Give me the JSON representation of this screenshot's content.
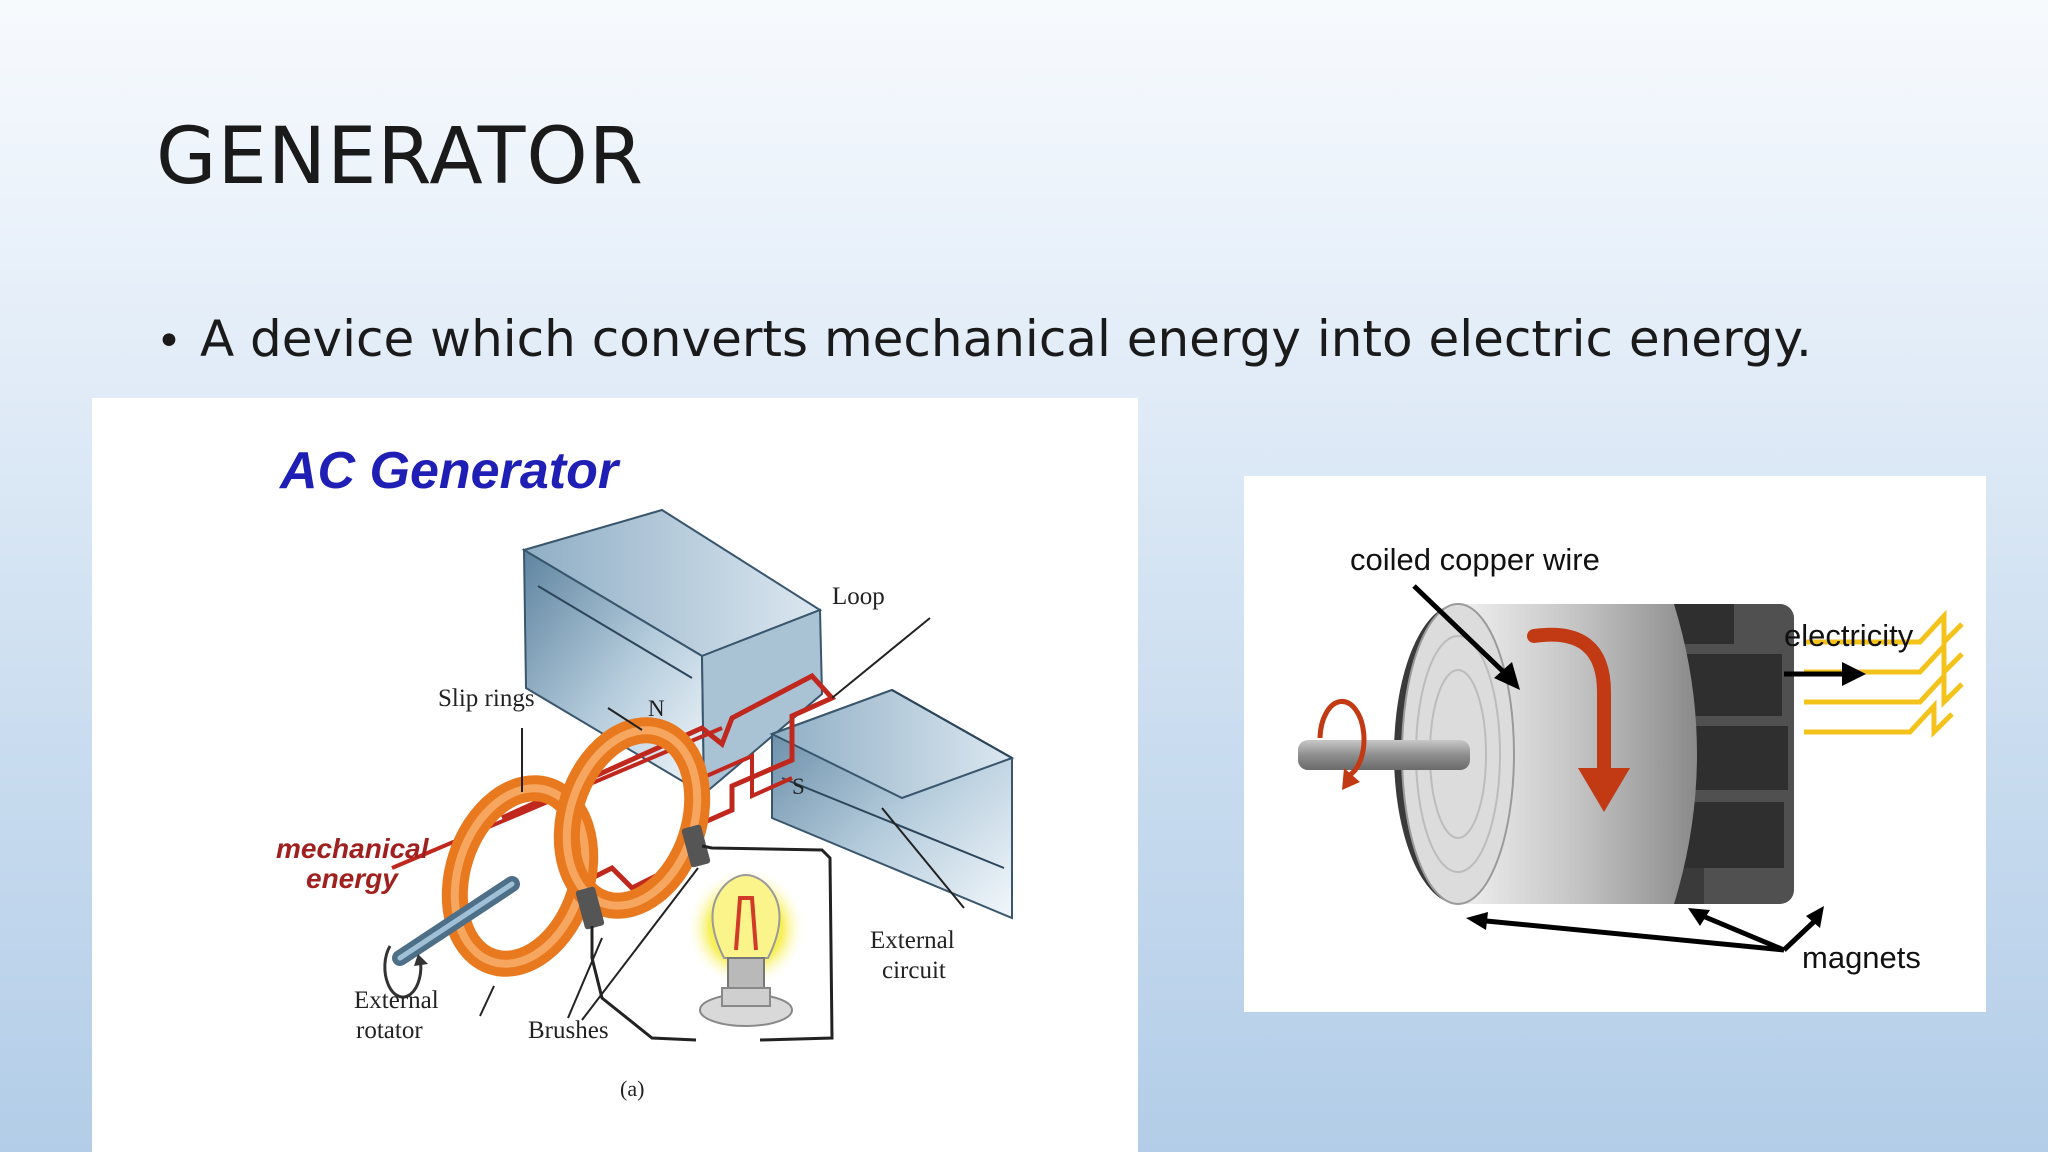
{
  "slide": {
    "title": "GENERATOR",
    "bullets": [
      "A device which converts mechanical energy into electric energy."
    ]
  },
  "left_figure": {
    "heading": "AC Generator",
    "labels": {
      "loop": "Loop",
      "slip_rings": "Slip rings",
      "north": "N",
      "south": "S",
      "mechanical_energy_line1": "mechanical",
      "mechanical_energy_line2": "energy",
      "external_circuit_line1": "External",
      "external_circuit_line2": "circuit",
      "external_rotator_line1": "External",
      "external_rotator_line2": "rotator",
      "brushes": "Brushes",
      "caption": "(a)"
    }
  },
  "right_figure": {
    "labels": {
      "coiled_copper_wire": "coiled copper wire",
      "electricity": "electricity",
      "magnets": "magnets"
    }
  },
  "colors": {
    "heading_blue": "#1f1fb5",
    "mechanical_red": "#a02020",
    "ring_orange": "#f08a2c",
    "wire_red": "#c0281e",
    "magnet_blue": "#8fb0c8",
    "arrow_red": "#c23a14",
    "electricity_yellow": "#f3c31b"
  }
}
